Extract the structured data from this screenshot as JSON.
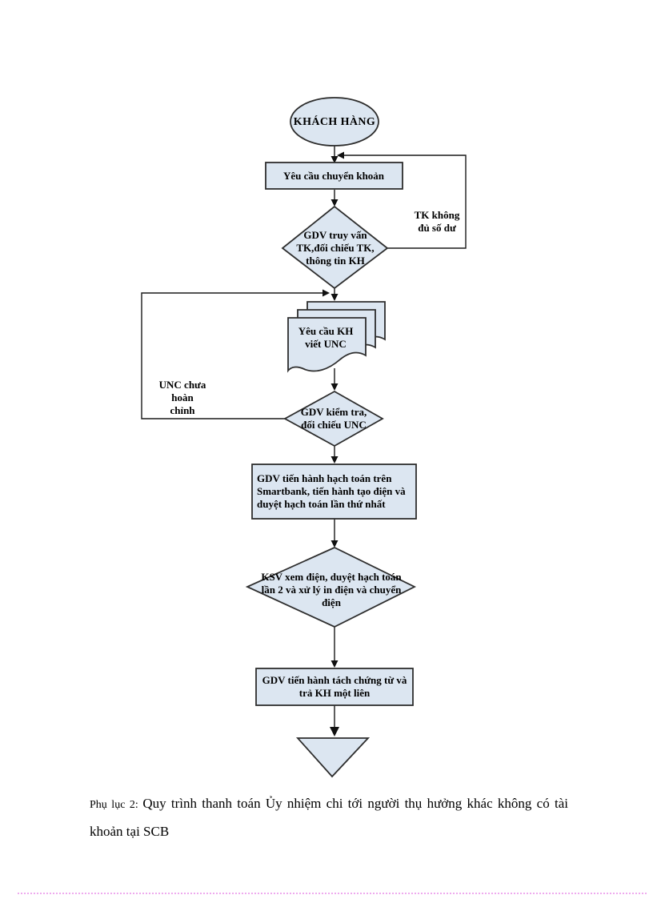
{
  "style": {
    "shape_fill": "#dce6f1",
    "shape_border": "#2e2e2e",
    "line_color": "#1a1a1a",
    "page_edge_dotted_color": "#eeaaee"
  },
  "flowchart": {
    "nodes": {
      "start": "KHÁCH HÀNG",
      "request": "Yêu cầu chuyển khoản",
      "query": "GDV truy vấn\nTK,đối chiếu TK,\nthông tin KH",
      "insufficient_balance": "TK không\nđủ số dư",
      "unc_document": "Yêu cầu KH\nviết UNC",
      "unc_incomplete": "UNC chưa\nhoàn\nchỉnh",
      "check_unc": "GDV kiểm tra,\nđối chiếu UNC",
      "process_accounting": "GDV tiến hành hạch toán trên\nSmartbank, tiến hành tạo điện và\nduyệt hạch toán lần thứ nhất",
      "supervisor_approve": "KSV xem điện, duyệt hạch toán\nlần 2 và xử lý in điện và chuyển\nđiện",
      "split_documents": "GDV tiến hành tách chứng từ và\ntrả KH một liên"
    }
  },
  "caption": {
    "prefix": "Phụ lục 2: ",
    "body": "Quy trình thanh toán Ủy nhiệm chi tới người thụ hưởng khác không có tài khoản tại SCB"
  }
}
